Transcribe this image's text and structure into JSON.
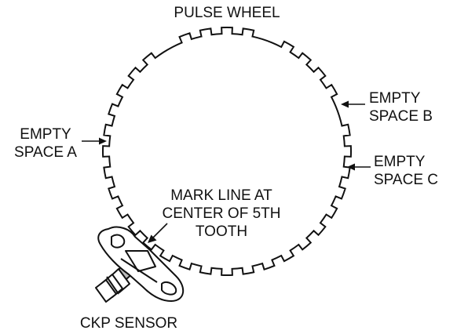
{
  "labels": {
    "pulse_wheel": "PULSE WHEEL",
    "empty_space_a": [
      "EMPTY",
      "SPACE A"
    ],
    "empty_space_b": [
      "EMPTY",
      "SPACE B"
    ],
    "empty_space_c": [
      "EMPTY",
      "SPACE C"
    ],
    "mark_line": [
      "MARK LINE AT",
      "CENTER OF 5TH",
      "TOOTH"
    ],
    "ckp_sensor": "CKP SENSOR"
  },
  "colors": {
    "ink": "#111111",
    "paper": "#ffffff"
  }
}
